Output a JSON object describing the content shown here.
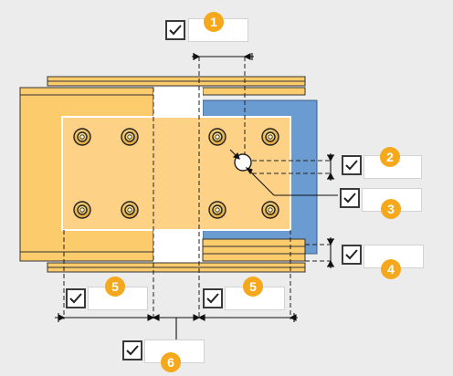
{
  "colors": {
    "background": "#ececec",
    "beam_fill": "#fccb6b",
    "plate_fill": "#fdd287",
    "blue_beam": "#6a9bd1",
    "badge": "#f5a81c",
    "line": "#1a1a1a"
  },
  "icons": {
    "checkbox": "checkmark-icon",
    "bolt": "bolt-icon",
    "hole": "bolt-hole-icon"
  },
  "dimensions": [
    {
      "badge": "1",
      "checked": true,
      "value": ""
    },
    {
      "badge": "2",
      "checked": true,
      "value": ""
    },
    {
      "badge": "3",
      "checked": true,
      "value": ""
    },
    {
      "badge": "4",
      "checked": true,
      "value": ""
    },
    {
      "badge": "5",
      "checked": true,
      "value": ""
    },
    {
      "badge": "5",
      "checked": true,
      "value": ""
    },
    {
      "badge": "6",
      "checked": true,
      "value": ""
    }
  ]
}
